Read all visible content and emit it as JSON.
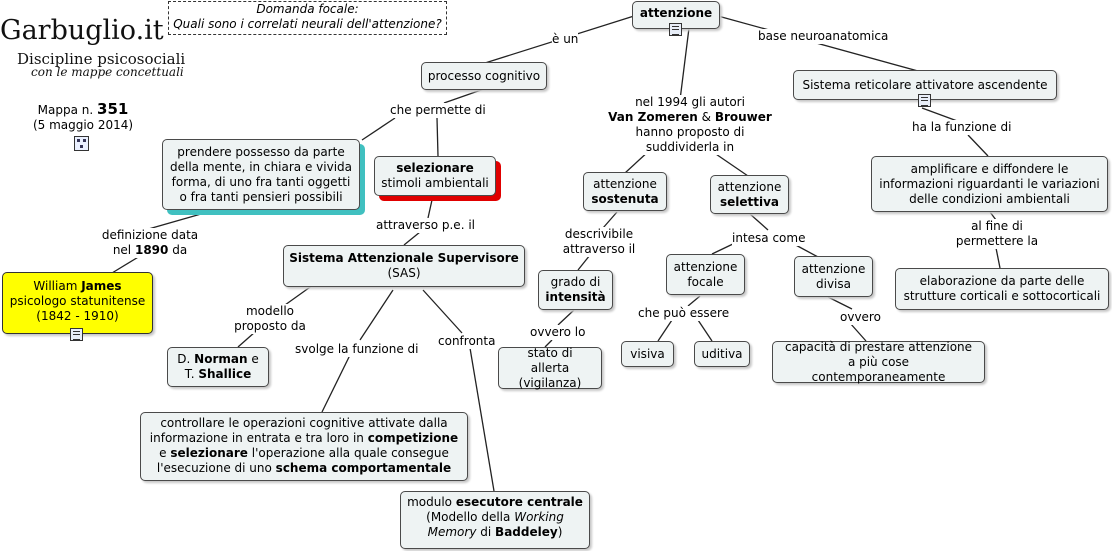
{
  "header": {
    "logo_title": "Garbuglio.it",
    "logo_subtitle": "Discipline psicosociali",
    "logo_tagline": "con le mappe concettuali",
    "map_prefix": "Mappa n.",
    "map_number": "351",
    "map_date": "(5 maggio 2014)",
    "focal_line1": "Domanda focale:",
    "focal_line2": "Quali sono i correlati neurali dell'attenzione?"
  },
  "nodes": {
    "attenzione": "attenzione",
    "processo": "processo cognitivo",
    "sistema_reticolare": "Sistema reticolare attivatore ascendente",
    "prendere_possesso": "prendere possesso da parte della mente, in chiara e vivida forma, di uno fra tanti oggetti o fra tanti pensieri possibili",
    "selezionare_bold": "selezionare",
    "selezionare_rest": "stimoli ambientali",
    "att_sostenuta_1": "attenzione",
    "att_sostenuta_2": "sostenuta",
    "att_selettiva_1": "attenzione",
    "att_selettiva_2": "selettiva",
    "amplificare": "amplificare e diffondere le informazioni riguardanti le variazioni delle condizioni ambientali",
    "sas_bold": "Sistema Attenzionale Supervisore",
    "sas_rest": "(SAS)",
    "james_1": "William",
    "james_2": "James",
    "james_3": "psicologo statunitense",
    "james_4": "(1842 - 1910)",
    "grado_1": "grado di",
    "grado_2": "intensità",
    "focale_1": "attenzione",
    "focale_2": "focale",
    "divisa_1": "attenzione",
    "divisa_2": "divisa",
    "elaborazione": "elaborazione da parte delle strutture corticali e sottocorticali",
    "norman_1": "D.",
    "norman_2": "Norman",
    "norman_3": "e",
    "norman_4": "T.",
    "norman_5": "Shallice",
    "visiva": "visiva",
    "uditiva": "uditiva",
    "allerta": "stato di allerta (vigilanza)",
    "capacita": "capacità di prestare attenzione a più cose contemporaneamente",
    "controllare_1": "controllare le operazioni cognitive attivate dalla informazione in entrata e tra loro in",
    "controllare_2": "competizione",
    "controllare_3": "e",
    "controllare_4": "selezionare",
    "controllare_5": "l'operazione alla quale consegue l'esecuzione di uno",
    "controllare_6": "schema comportamentale",
    "modulo_1": "modulo",
    "modulo_2": "esecutore centrale",
    "modulo_3": "(Modello della",
    "modulo_4": "Working Memory",
    "modulo_5": "di",
    "modulo_6": "Baddeley",
    "modulo_7": ")"
  },
  "labels": {
    "e_un": "è un",
    "base_neuro": "base neuroanatomica",
    "che_permette": "che permette di",
    "nel1994_a": "nel 1994 gli autori",
    "nel1994_b1": "Van Zomeren",
    "nel1994_b2": "&",
    "nel1994_b3": "Brouwer",
    "nel1994_c": "hanno proposto di suddividerla in",
    "ha_funzione": "ha la funzione di",
    "definizione_1": "definizione data",
    "definizione_2": "nel",
    "definizione_3": "1890",
    "definizione_4": "da",
    "attraverso": "attraverso p.e. il",
    "descrivibile": "descrivibile attraverso il",
    "intesa": "intesa come",
    "al_fine": "al fine di permettere la",
    "modello": "modello proposto da",
    "ovvero_lo": "ovvero lo",
    "che_puo": "che può essere",
    "ovvero": "ovvero",
    "svolge": "svolge la funzione di",
    "confronta": "confronta"
  }
}
